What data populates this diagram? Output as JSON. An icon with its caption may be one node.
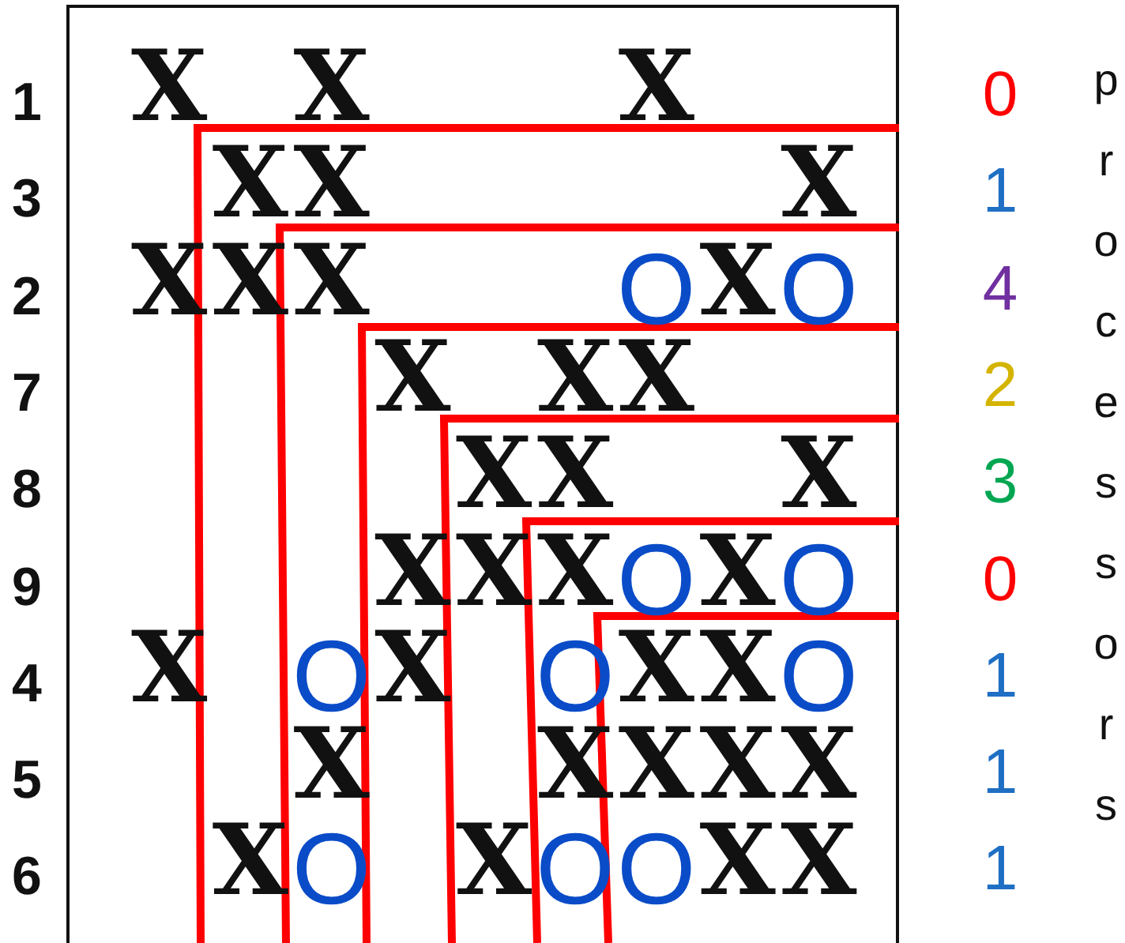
{
  "diagram": {
    "labels": [
      "1",
      "X",
      "X",
      "X",
      "0",
      "3",
      "X",
      "X",
      "X",
      "1",
      "2",
      "X",
      "X",
      "X",
      "O",
      "X",
      "O",
      "4",
      "7",
      "X",
      "X",
      "X",
      "2",
      "8",
      "X",
      "X",
      "X",
      "3",
      "9",
      "X",
      "X",
      "X",
      "O",
      "X",
      "O",
      "0",
      "4",
      "X",
      "O",
      "X",
      "O",
      "X",
      "X",
      "O",
      "1",
      "5",
      "X",
      "X",
      "X",
      "X",
      "X",
      "1",
      "6",
      "X",
      "O",
      "X",
      "O",
      "O",
      "X",
      "X",
      "1",
      "processors"
    ]
  }
}
